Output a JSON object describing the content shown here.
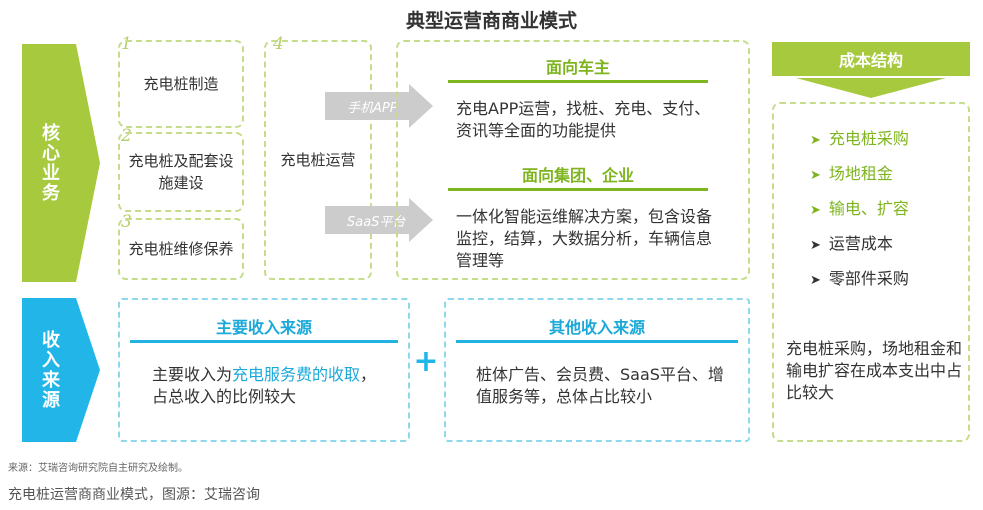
{
  "title": "典型运营商商业模式",
  "colors": {
    "green": "#a0c83c",
    "blue": "#1fb7e9",
    "gray_arrow": "#cccccc"
  },
  "side_labels": {
    "core": "核心业务",
    "revenue": "收入来源"
  },
  "core_items": [
    {
      "num": "1",
      "text": "充电桩制造"
    },
    {
      "num": "2",
      "text": "充电桩及配套设施建设"
    },
    {
      "num": "3",
      "text": "充电桩维修保养"
    },
    {
      "num": "4",
      "text": "充电桩运营"
    }
  ],
  "channels": [
    {
      "label": "手机APP",
      "heading": "面向车主",
      "desc": "充电APP运营，找桩、充电、支付、资讯等全面的功能提供"
    },
    {
      "label": "SaaS平台",
      "heading": "面向集团、企业",
      "desc": "一体化智能运维解决方案，包含设备监控，结算，大数据分析，车辆信息管理等"
    }
  ],
  "revenue": {
    "main": {
      "heading": "主要收入来源",
      "prefix": "主要收入为",
      "highlight": "充电服务费的收取",
      "suffix": "，占总收入的比例较大"
    },
    "plus": "+",
    "other": {
      "heading": "其他收入来源",
      "desc": "桩体广告、会员费、SaaS平台、增值服务等，总体占比较小"
    }
  },
  "cost": {
    "heading": "成本结构",
    "items": [
      {
        "text": "充电桩采购",
        "highlight": true
      },
      {
        "text": "场地租金",
        "highlight": true
      },
      {
        "text": "输电、扩容",
        "highlight": true
      },
      {
        "text": "运营成本",
        "highlight": false
      },
      {
        "text": "零部件采购",
        "highlight": false
      }
    ],
    "summary": "充电桩采购，场地租金和输电扩容在成本支出中占比较大"
  },
  "source": "来源：艾瑞咨询研究院自主研究及绘制。",
  "caption": "充电桩运营商商业模式，图源：艾瑞咨询"
}
